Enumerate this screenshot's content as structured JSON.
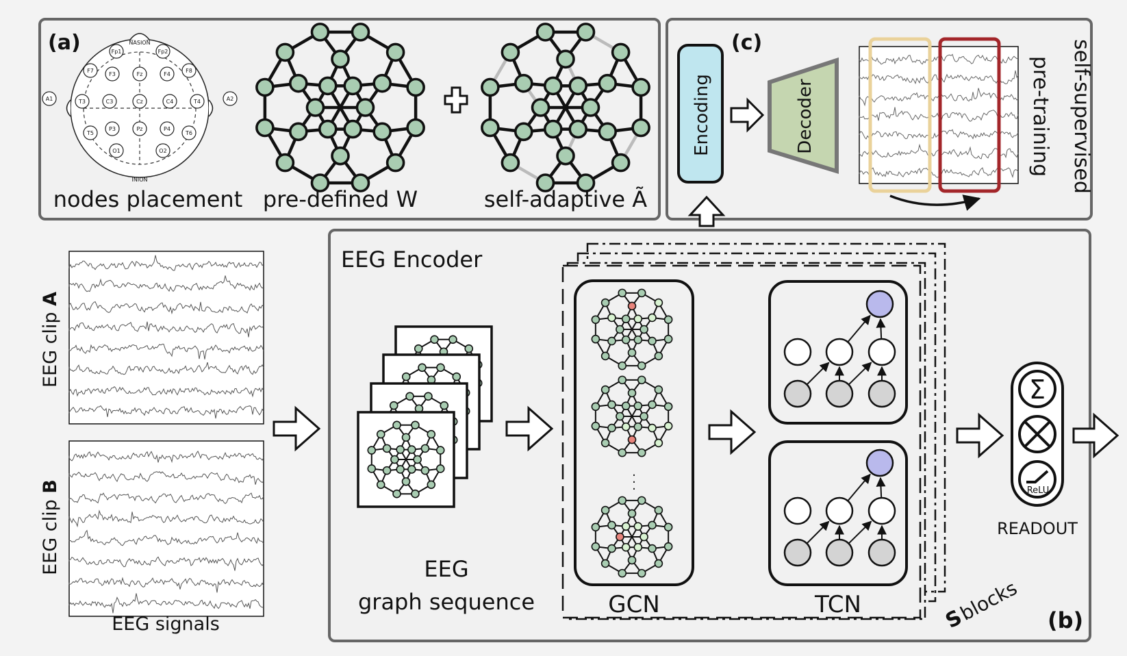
{
  "panel_a": {
    "label": "(a)",
    "captions": [
      "nodes placement",
      "pre-defined W",
      "self-adaptive Ã"
    ],
    "plus": "+",
    "head_top": "NASION",
    "head_bottom": "INION",
    "electrodes": [
      "Fp1",
      "Fp2",
      "F7",
      "F3",
      "Fz",
      "F4",
      "F8",
      "A1",
      "T3",
      "C3",
      "Cz",
      "C4",
      "T4",
      "A2",
      "T5",
      "P3",
      "Pz",
      "P4",
      "T6",
      "O1",
      "O2"
    ]
  },
  "panel_c": {
    "label": "(c)",
    "encoder": "Encoding",
    "decoder": "Decoder",
    "side_title_1": "self-supervised",
    "side_title_2": "pre-training"
  },
  "inputs": {
    "clip_a_prefix": "EEG clip ",
    "clip_a_letter": "A",
    "clip_b_prefix": "EEG clip ",
    "clip_b_letter": "B",
    "caption": "EEG signals"
  },
  "panel_b": {
    "label": "(b)",
    "title": "EEG Encoder",
    "seq_line1": "EEG",
    "seq_line2": "graph sequence",
    "gcn": "GCN",
    "tcn": "TCN",
    "ellipsis": "·\n·\n·",
    "blocks_s": "S",
    "blocks": "blocks"
  },
  "readout": {
    "label": "READOUT",
    "sum_symbol": "Σ",
    "mul_symbol": "⊗",
    "relu_label": "ReLU"
  },
  "colors": {
    "node_fill": "#a9cdb2",
    "node_red": "#e8847c",
    "node_light": "#d9f3d2",
    "tcn_top": "#b9b9ec",
    "tcn_gray": "#d4d4d4",
    "encoding_fill": "#bfe6ef",
    "decoder_fill": "#c5d6b0",
    "yellow_box": "#ead29a",
    "red_box": "#a3262a",
    "panel_fill": "#f1f1f1",
    "panel_border": "#6a6a6a"
  }
}
